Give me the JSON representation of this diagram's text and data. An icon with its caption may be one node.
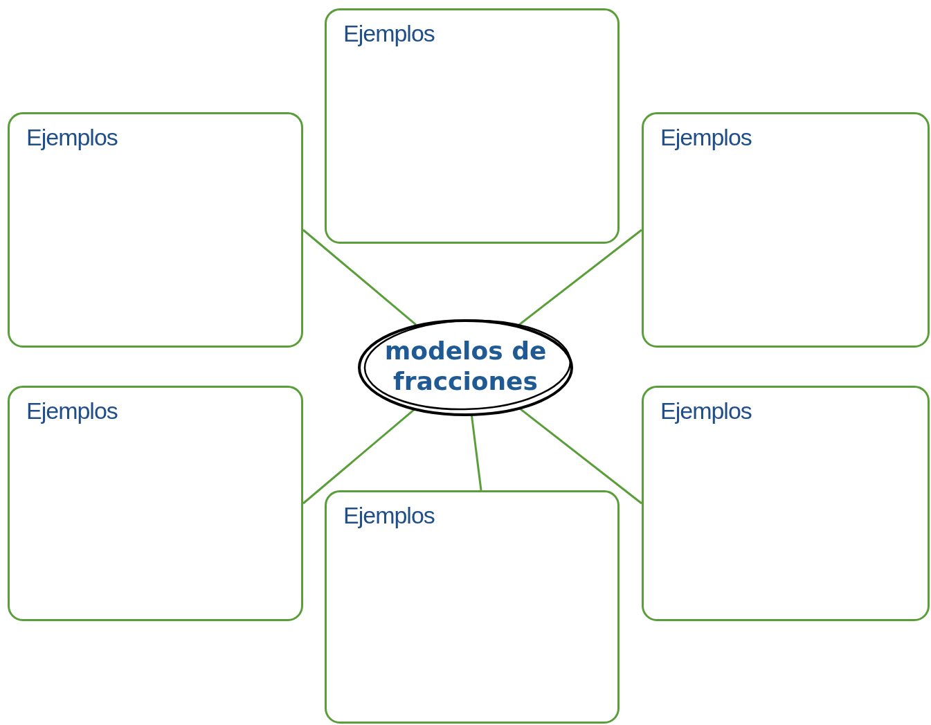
{
  "diagram": {
    "nodes": [
      {
        "text": [
          "Ejemplos"
        ]
      },
      {
        "text": [
          "Ejemplos"
        ]
      },
      {
        "text": [
          "Ejemplos"
        ]
      },
      {
        "text": [
          "modelos de fracciones"
        ]
      },
      {
        "text": [
          "Ejemplos"
        ]
      },
      {
        "text": [
          "Ejemplos"
        ]
      },
      {
        "text": [
          "Ejemplos"
        ]
      }
    ],
    "edges": [
      {
        "from": 3,
        "to": 1,
        "arrow": "none"
      },
      {
        "from": 3,
        "to": 2,
        "arrow": "none"
      },
      {
        "from": 3,
        "to": 4,
        "arrow": "none"
      },
      {
        "from": 3,
        "to": 5,
        "arrow": "none"
      },
      {
        "from": 3,
        "to": 6,
        "arrow": "none"
      }
    ]
  }
}
